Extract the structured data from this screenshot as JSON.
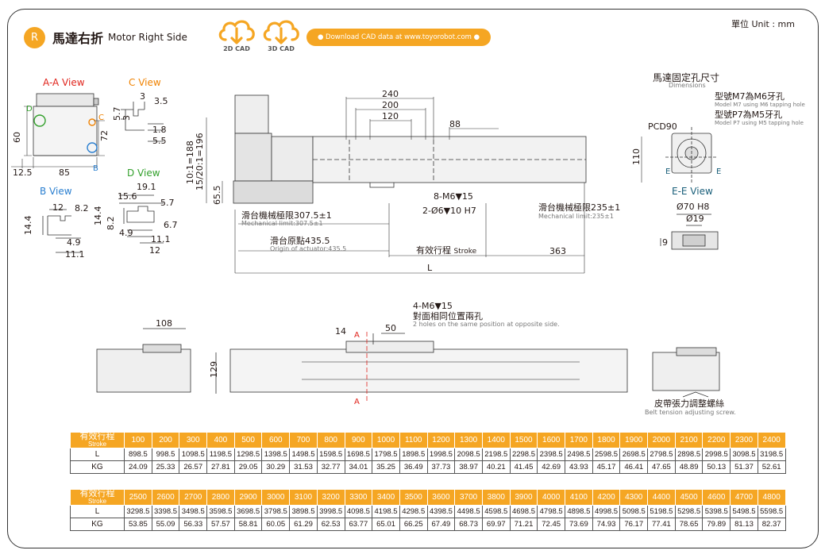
{
  "header": {
    "badge": "R",
    "title_zh": "馬達右折",
    "title_en": "Motor Right Side",
    "cad_2d": "2D CAD",
    "cad_3d": "3D CAD",
    "download": "● Download CAD data at www.toyorobot.com ●",
    "unit": "單位 Unit : mm"
  },
  "views": {
    "aa": "A-A View",
    "c": "C View",
    "d": "D View",
    "b": "B View",
    "ee": "E-E View"
  },
  "dims": {
    "aa_60": "60",
    "aa_72": "72",
    "aa_12_5": "12.5",
    "aa_85": "85",
    "aa_d": "D",
    "aa_c": "C",
    "aa_b": "B",
    "c_3": "3",
    "c_3_5": "3.5",
    "c_5_7": "5.7",
    "c_3v": "3",
    "c_1_8": "1.8",
    "c_5_5": "5.5",
    "d_19_1": "19.1",
    "d_15_6": "15.6",
    "d_5_7": "5.7",
    "d_14_4": "14.4",
    "d_8_2": "8.2",
    "d_6_7": "6.7",
    "d_4_9": "4.9",
    "d_11_1": "11.1",
    "d_12": "12",
    "b_12": "12",
    "b_8_2": "8.2",
    "b_14_4": "14.4",
    "b_4_9": "4.9",
    "b_11_1": "11.1",
    "m_240": "240",
    "m_200": "200",
    "m_120": "120",
    "m_88": "88",
    "m_110": "110",
    "m_ratio1": "10:1=188",
    "m_ratio2": "15/20:1=196",
    "m_65_5": "65.5",
    "m_8m6": "8-M6▼15",
    "m_2d6": "2-Ø6▼10 H7",
    "m_363": "363",
    "m_L": "L",
    "m_stroke_zh": "有效行程",
    "m_stroke_en": "Stroke",
    "m_origin_zh": "滑台原點435.5",
    "m_origin_en": "Origin of actuator:435.5",
    "m_lim_l_zh": "滑台機械極限307.5±1",
    "m_lim_l_en": "Mechanical limit:307.5±1",
    "m_lim_r_zh": "滑台機械極限235±1",
    "m_lim_r_en": "Mechanical limit:235±1",
    "mot_zh": "馬達固定孔尺寸",
    "mot_en": "Dimensions",
    "mot_m7_zh": "型號M7為M6牙孔",
    "mot_m7_en": "Model M7 using M6 tapping hole",
    "mot_p7_zh": "型號P7為M5牙孔",
    "mot_p7_en": "Model P7 using M5 tapping hole",
    "pcd": "PCD90",
    "e_left": "E",
    "e_right": "E",
    "ee_70": "Ø70 H8",
    "ee_19": "Ø19",
    "ee_9": "9",
    "b_108": "108",
    "b_129": "129",
    "b_14": "14",
    "b_50": "50",
    "b_a_top": "A",
    "b_a_bot": "A",
    "b_4m6": "4-M6▼15",
    "b_holes_zh": "對面相同位置兩孔",
    "b_holes_en": "2 holes on the same position at opposite side.",
    "belt_zh": "皮帶張力調整螺絲",
    "belt_en": "Belt tension adjusting screw."
  },
  "table1": {
    "head_zh": "有效行程",
    "head_en": "Stroke",
    "strokes": [
      "100",
      "200",
      "300",
      "400",
      "500",
      "600",
      "700",
      "800",
      "900",
      "1000",
      "1100",
      "1200",
      "1300",
      "1400",
      "1500",
      "1600",
      "1700",
      "1800",
      "1900",
      "2000",
      "2100",
      "2200",
      "2300",
      "2400"
    ],
    "L_label": "L",
    "L": [
      "898.5",
      "998.5",
      "1098.5",
      "1198.5",
      "1298.5",
      "1398.5",
      "1498.5",
      "1598.5",
      "1698.5",
      "1798.5",
      "1898.5",
      "1998.5",
      "2098.5",
      "2198.5",
      "2298.5",
      "2398.5",
      "2498.5",
      "2598.5",
      "2698.5",
      "2798.5",
      "2898.5",
      "2998.5",
      "3098.5",
      "3198.5"
    ],
    "KG_label": "KG",
    "KG": [
      "24.09",
      "25.33",
      "26.57",
      "27.81",
      "29.05",
      "30.29",
      "31.53",
      "32.77",
      "34.01",
      "35.25",
      "36.49",
      "37.73",
      "38.97",
      "40.21",
      "41.45",
      "42.69",
      "43.93",
      "45.17",
      "46.41",
      "47.65",
      "48.89",
      "50.13",
      "51.37",
      "52.61"
    ]
  },
  "table2": {
    "head_zh": "有效行程",
    "head_en": "Stroke",
    "strokes": [
      "2500",
      "2600",
      "2700",
      "2800",
      "2900",
      "3000",
      "3100",
      "3200",
      "3300",
      "3400",
      "3500",
      "3600",
      "3700",
      "3800",
      "3900",
      "4000",
      "4100",
      "4200",
      "4300",
      "4400",
      "4500",
      "4600",
      "4700",
      "4800"
    ],
    "L_label": "L",
    "L": [
      "3298.5",
      "3398.5",
      "3498.5",
      "3598.5",
      "3698.5",
      "3798.5",
      "3898.5",
      "3998.5",
      "4098.5",
      "4198.5",
      "4298.5",
      "4398.5",
      "4498.5",
      "4598.5",
      "4698.5",
      "4798.5",
      "4898.5",
      "4998.5",
      "5098.5",
      "5198.5",
      "5298.5",
      "5398.5",
      "5498.5",
      "5598.5"
    ],
    "KG_label": "KG",
    "KG": [
      "53.85",
      "55.09",
      "56.33",
      "57.57",
      "58.81",
      "60.05",
      "61.29",
      "62.53",
      "63.77",
      "65.01",
      "66.25",
      "67.49",
      "68.73",
      "69.97",
      "71.21",
      "72.45",
      "73.69",
      "74.93",
      "76.17",
      "77.41",
      "78.65",
      "79.89",
      "81.13",
      "82.37"
    ]
  },
  "colors": {
    "accent": "#f5a623",
    "view_red": "#e0241c",
    "view_orange": "#f08200",
    "view_green": "#33a02c",
    "view_blue": "#2a7fd0"
  }
}
